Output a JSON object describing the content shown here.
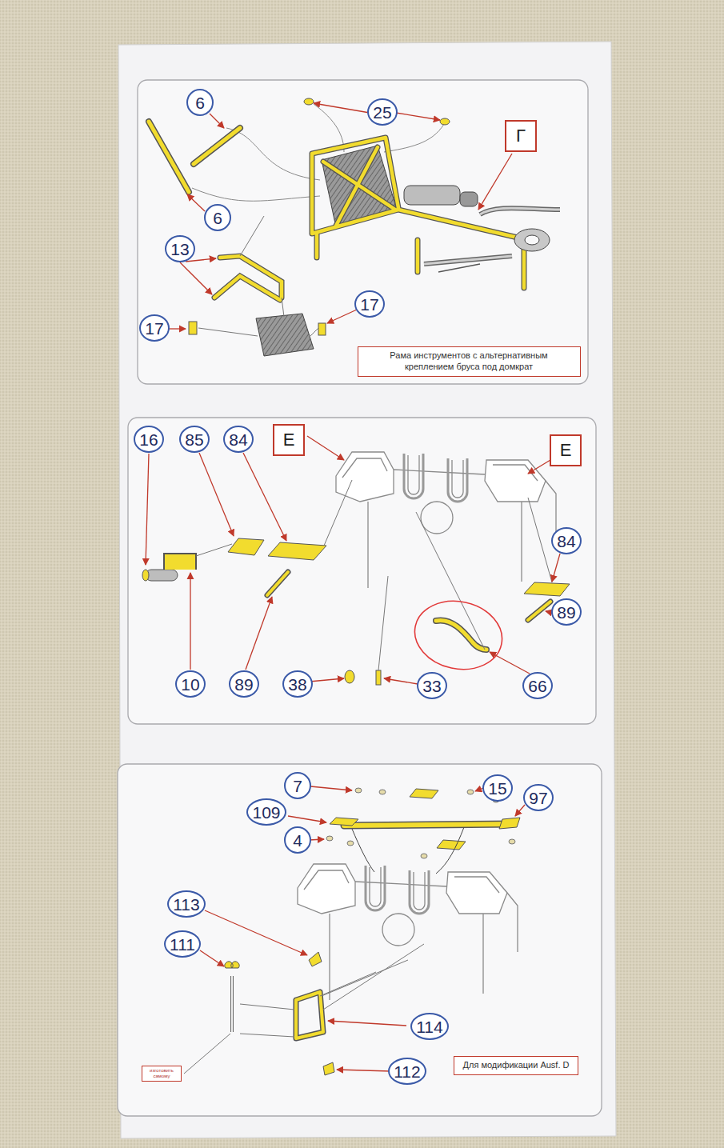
{
  "diagram": {
    "nodes": [
      {
        "text": [
          "6"
        ]
      },
      {
        "text": [
          "25"
        ]
      },
      {
        "text": [
          "Г"
        ]
      },
      {
        "text": [
          "6"
        ]
      },
      {
        "text": [
          "13"
        ]
      },
      {
        "text": [
          "17"
        ]
      },
      {
        "text": [
          "17"
        ]
      },
      {
        "text": [
          "Рама инструментов с альтернативным креплением бруса под домкрат"
        ]
      },
      {
        "text": [
          "16"
        ]
      },
      {
        "text": [
          "85"
        ]
      },
      {
        "text": [
          "84"
        ]
      },
      {
        "text": [
          "Е"
        ]
      },
      {
        "text": [
          "Е"
        ]
      },
      {
        "text": [
          "84"
        ]
      },
      {
        "text": [
          "89"
        ]
      },
      {
        "text": [
          "10"
        ]
      },
      {
        "text": [
          "89"
        ]
      },
      {
        "text": [
          "38"
        ]
      },
      {
        "text": [
          "33"
        ]
      },
      {
        "text": [
          "66"
        ]
      },
      {
        "text": [
          "7"
        ]
      },
      {
        "text": [
          "15"
        ]
      },
      {
        "text": [
          "97"
        ]
      },
      {
        "text": [
          "109"
        ]
      },
      {
        "text": [
          "4"
        ]
      },
      {
        "text": [
          "113"
        ]
      },
      {
        "text": [
          "111"
        ]
      },
      {
        "text": [
          "114"
        ]
      },
      {
        "text": [
          "112"
        ]
      },
      {
        "text": [
          "изготовить самому"
        ]
      },
      {
        "text": [
          "Для модификации Ausf. D"
        ]
      }
    ]
  }
}
